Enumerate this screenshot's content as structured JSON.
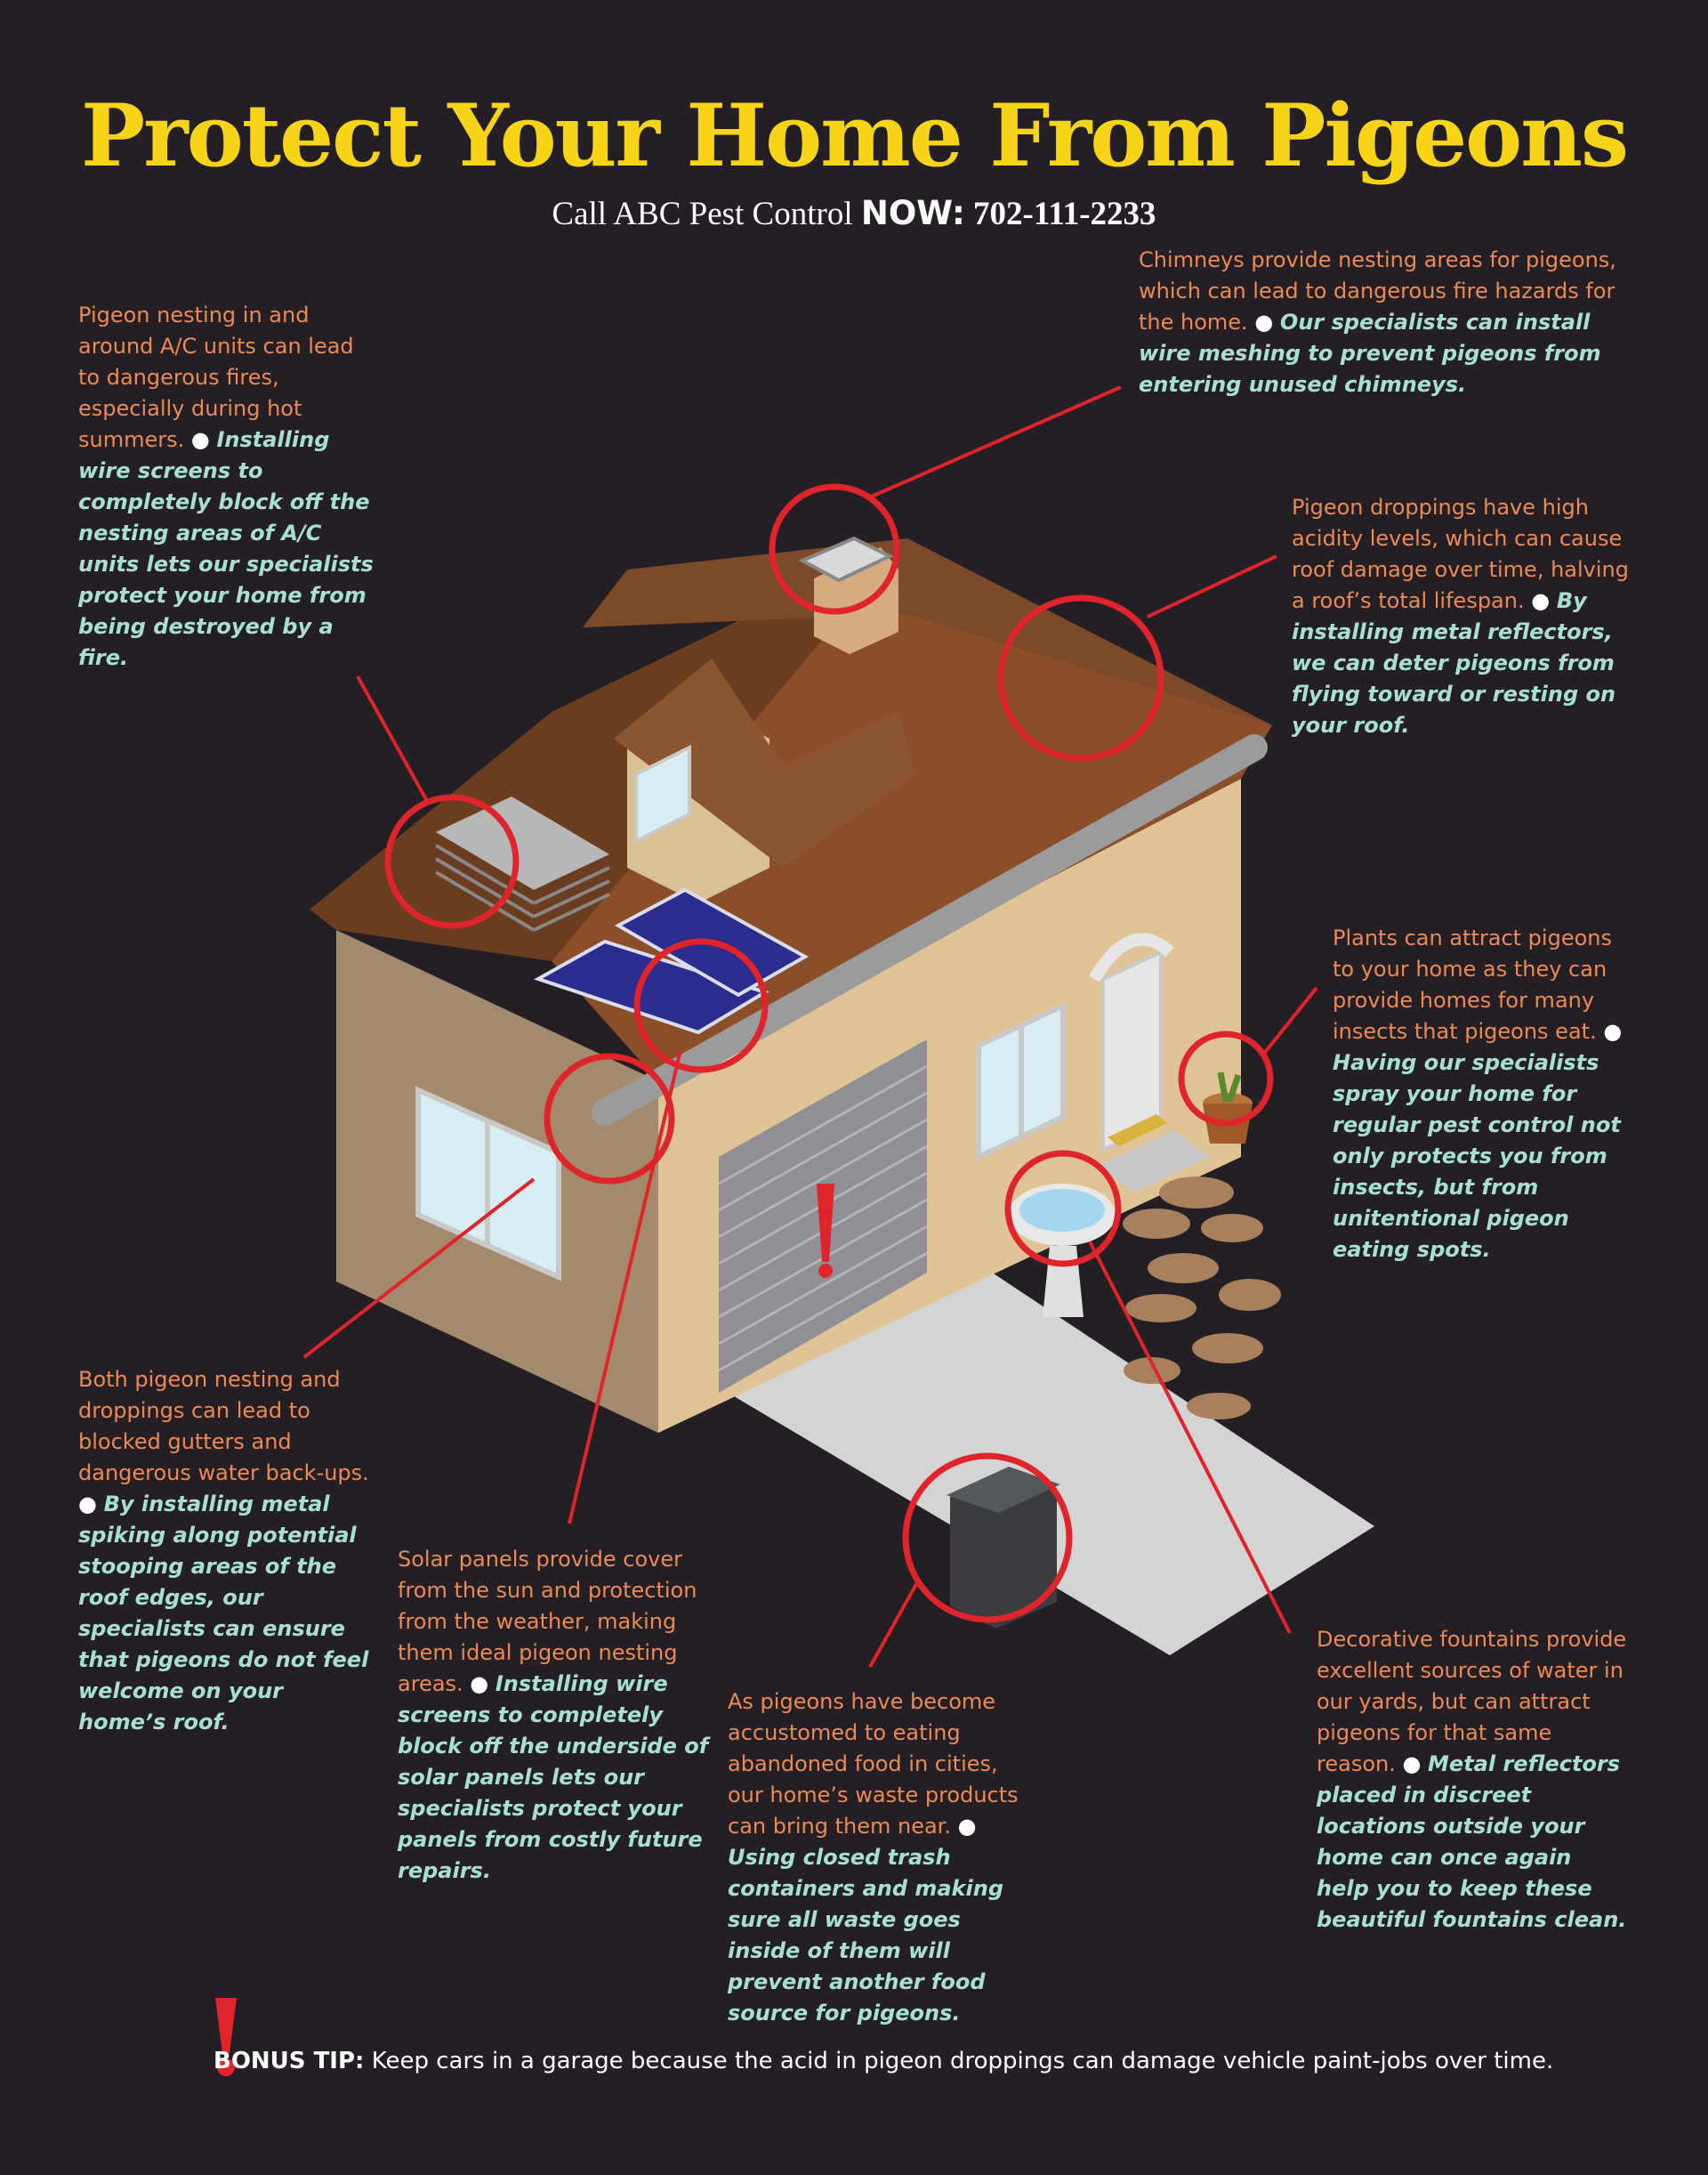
{
  "header": {
    "title": "Protect Your Home From Pigeons",
    "subtitle_lead": "Call ABC Pest Control ",
    "subtitle_now": "NOW:",
    "subtitle_phone": " 702-111-2233"
  },
  "notes": {
    "ac": {
      "plain": "Pigeon nesting in and around A/C units can lead to dangerous fires, especially during hot summers.",
      "action": "Installing wire screens to completely block off the nesting areas of A/C units lets our specialists protect your home from being destroyed by a fire."
    },
    "chimney": {
      "plain": "Chimneys provide nesting areas for pigeons, which can lead to dangerous fire hazards for the home.",
      "action": "Our specialists can install wire meshing to prevent pigeons from entering unused chimneys."
    },
    "roof": {
      "plain": "Pigeon droppings have high acidity levels, which can cause roof damage over time, halving a roof’s total lifespan.",
      "action": "By installing metal reflectors, we can deter pigeons from flying toward or resting on your roof."
    },
    "plants": {
      "plain": "Plants can attract pigeons to your home as they can provide homes for many insects that pigeons eat.",
      "action": "Having our specialists spray your home for regular pest control not only protects you from insects, but from unitentional pigeon eating spots."
    },
    "gutters": {
      "plain": "Both pigeon nesting and droppings can lead to blocked gutters and dangerous water back-ups.",
      "action": "By installing metal spiking along potential stooping areas of the roof edges, our specialists can ensure that pigeons do not feel welcome on your home’s roof."
    },
    "solar": {
      "plain": "Solar panels provide cover from the sun and protection from the weather, making them ideal pigeon nesting areas.",
      "action": "Installing wire screens to completely block off the underside of solar panels lets our specialists protect your panels from costly future repairs."
    },
    "trash": {
      "plain": "As pigeons have become accustomed to eating abandoned food in cities, our home’s waste products can bring them near.",
      "action": "Using closed trash containers and making sure all waste goes inside of them will prevent another food source for pigeons."
    },
    "fountain": {
      "plain": "Decorative fountains provide excellent sources of water in our yards, but can attract pigeons for that same reason.",
      "action": "Metal reflectors placed in discreet locations outside your home can once again help you to keep these beautiful fountains clean."
    }
  },
  "bonus": {
    "label": "BONUS TIP:",
    "text": " Keep cars in a garage because the acid in pigeon droppings can damage vehicle paint-jobs over time."
  },
  "colors": {
    "background": "#241f24",
    "title": "#f7d417",
    "plain_text": "#ec8a55",
    "action_text": "#a8e0d0",
    "callout": "#e0242b"
  }
}
